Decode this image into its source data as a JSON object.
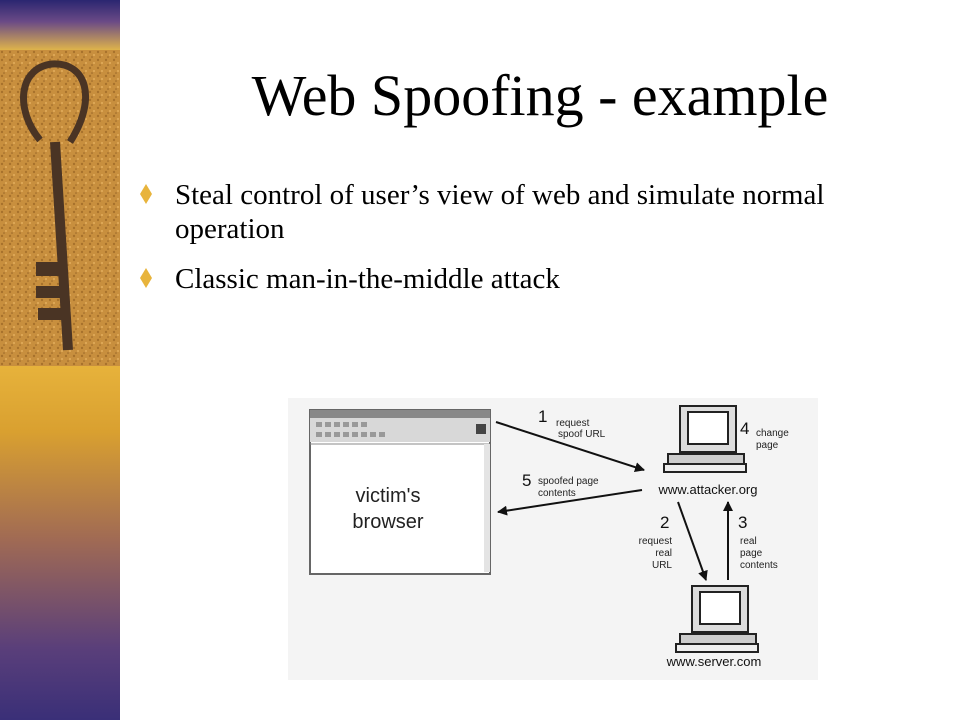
{
  "slide": {
    "title": "Web Spoofing - example",
    "bullets": [
      "Steal control of user’s view of web and simulate normal operation",
      "Classic man-in-the-middle attack"
    ],
    "accent_color": "#e8b43c"
  },
  "diagram": {
    "victim_label_line1": "victim's",
    "victim_label_line2": "browser",
    "attacker_host": "www.attacker.org",
    "server_host": "www.server.com",
    "steps": [
      {
        "num": "1",
        "line1": "request",
        "line2": "spoof URL"
      },
      {
        "num": "2",
        "line1": "request",
        "line2": "real",
        "line3": "URL"
      },
      {
        "num": "3",
        "line1": "real",
        "line2": "page",
        "line3": "contents"
      },
      {
        "num": "4",
        "line1": "change",
        "line2": "page"
      },
      {
        "num": "5",
        "line1": "spoofed page",
        "line2": "contents"
      }
    ]
  }
}
